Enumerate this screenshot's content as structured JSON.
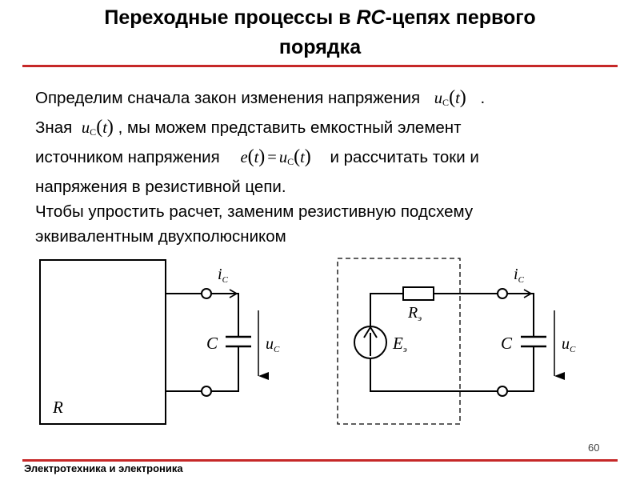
{
  "title": {
    "line1_pre": "Переходные процессы в ",
    "line1_em": "RC",
    "line1_post": "-цепях первого",
    "line2": "порядка"
  },
  "paragraph1": {
    "p1": "Определим сначала закон изменения напряжения",
    "p1_end": ".",
    "p2": "Зная",
    "p3": ", мы можем представить емкостный элемент",
    "p4": "источником напряжения",
    "p5": "и рассчитать токи и",
    "p6": "напряжения в резистивной цепи."
  },
  "paragraph2": {
    "l1": "Чтобы упростить расчет, заменим резистивную подсхему",
    "l2": "эквивалентным двухполюсником"
  },
  "formula": {
    "u": "u",
    "c_sub": "C",
    "t": "t",
    "e": "e",
    "equals": "="
  },
  "circuit_left": {
    "box_label": "R",
    "current": "i",
    "current_sub": "C",
    "cap_label": "C",
    "voltage": "u",
    "voltage_sub": "C"
  },
  "circuit_right": {
    "resistor": "R",
    "resistor_sub": "э",
    "source": "E",
    "source_sub": "э",
    "current": "i",
    "current_sub": "C",
    "cap_label": "C",
    "voltage": "u",
    "voltage_sub": "C"
  },
  "page_number": "60",
  "footer": "Электротехника и электроника",
  "colors": {
    "accent_rule": "#c62828"
  }
}
